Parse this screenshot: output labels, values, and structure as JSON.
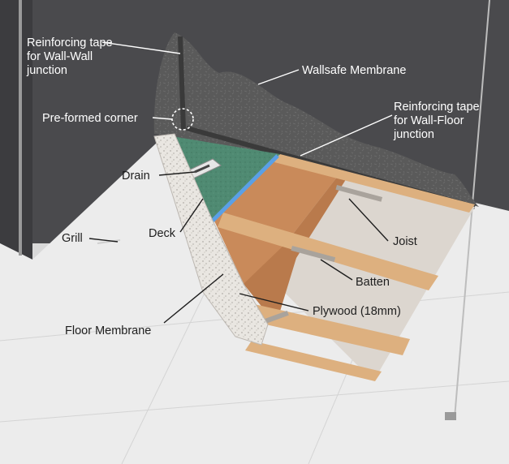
{
  "labels": {
    "reinforcing_wall_wall": [
      "Reinforcing tape",
      "for Wall-Wall",
      "junction"
    ],
    "wallsafe_membrane": "Wallsafe Membrane",
    "preformed_corner": "Pre-formed corner",
    "reinforcing_wall_floor": [
      "Reinforcing tape",
      "for Wall-Floor",
      "junction"
    ],
    "drain": "Drain",
    "deck": "Deck",
    "grill": "Grill",
    "joist": "Joist",
    "batten": "Batten",
    "plywood": "Plywood (18mm)",
    "floor_membrane": "Floor Membrane"
  },
  "colors": {
    "wall": "#4a4a4d",
    "floor": "#ececec",
    "membrane": "#585858",
    "deck": "#4f8a72",
    "plywood": "#c98a5a",
    "timber": "#ddb07f",
    "concrete_base": "#dcd6cf",
    "tape": "#5aa0e6"
  }
}
